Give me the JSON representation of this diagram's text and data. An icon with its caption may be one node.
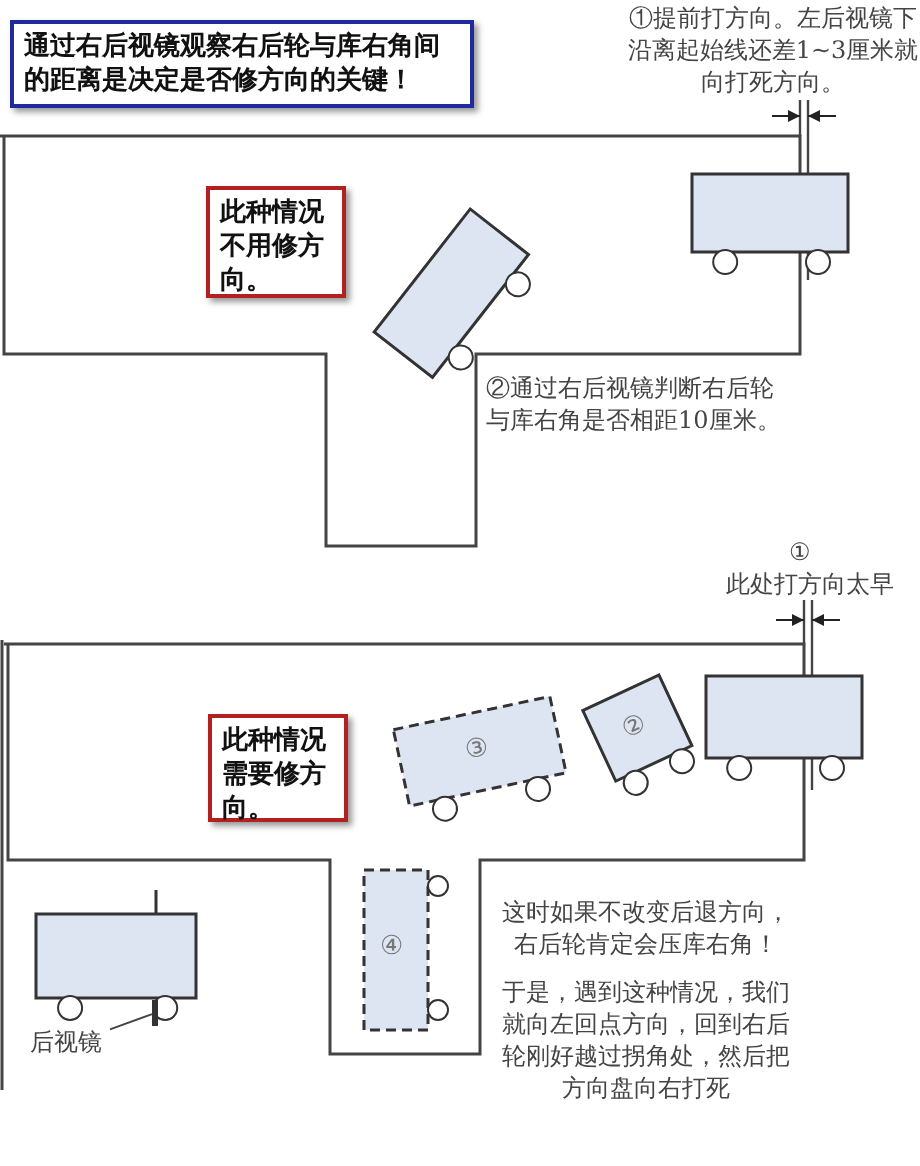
{
  "diagram": {
    "nodes": [
      {
        "text": [
          "通过右后视镜观察右后轮与库右角间的距离是决定是否修方向的关键！"
        ]
      },
      {
        "text": [
          "此种情况不用修方向。"
        ]
      },
      {
        "text": [],
        "shape": "box"
      },
      {
        "text": [],
        "shape": "box"
      },
      {
        "text": [
          "此种情况需要修方向。"
        ]
      },
      {
        "text": [
          "③"
        ]
      },
      {
        "text": [
          "②"
        ]
      },
      {
        "text": [],
        "shape": "box"
      },
      {
        "text": [
          "④"
        ]
      },
      {
        "text": [],
        "shape": "box"
      },
      {
        "text": [
          "后视镜"
        ]
      },
      {
        "text": [],
        "shape": "bar"
      }
    ],
    "edges": [
      {
        "from": 10,
        "to": 11,
        "arrow": "none"
      }
    ],
    "labels": [
      "①提前打方向。左后视镜下沿离起始线还差1~3厘米就向打死方向。",
      "②通过右后视镜判断右后轮与库右角是否相距10厘米。",
      "①",
      "此处打方向太早",
      "这时如果不改变后退方向，右后轮肯定会压库右角！",
      "于是，遇到这种情况，我们就向左回点方向，回到右后轮刚好越过拐角处，然后把方向盘向右打死"
    ]
  }
}
